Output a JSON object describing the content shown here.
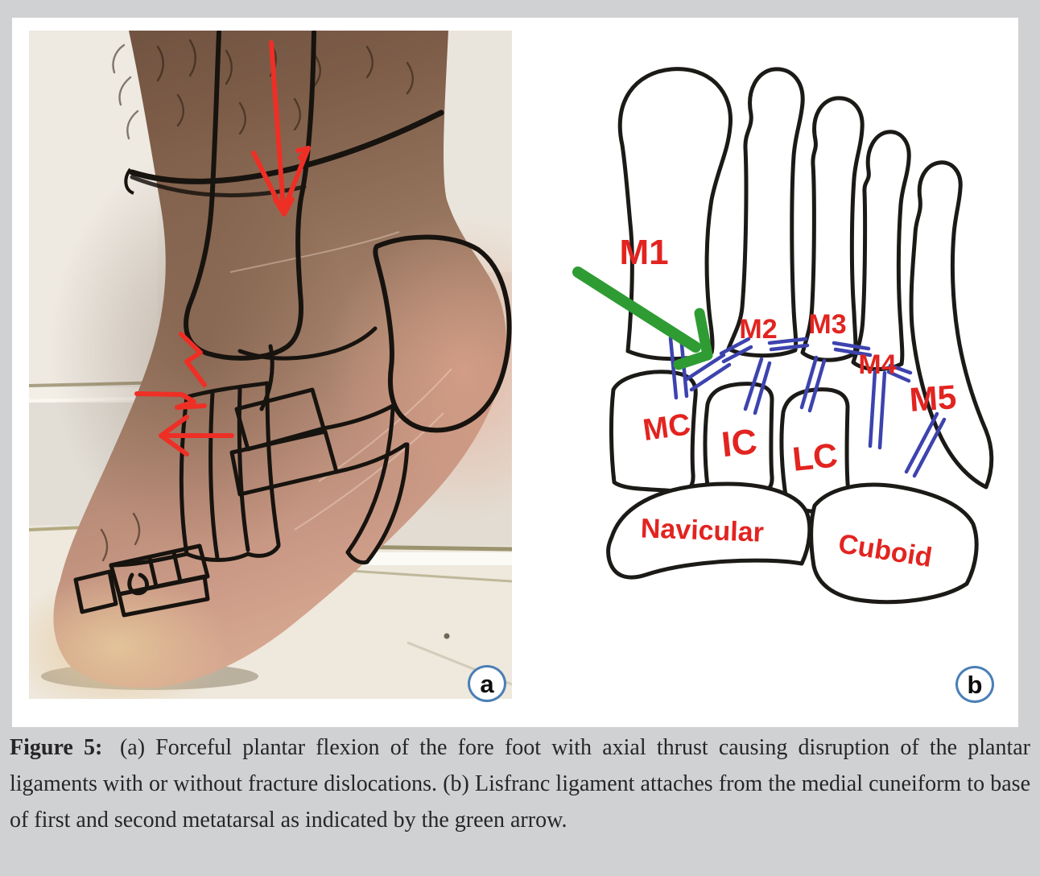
{
  "panels": {
    "a": {
      "badge": "a"
    },
    "b": {
      "badge": "b",
      "labels": {
        "m1": "M1",
        "m2": "M2",
        "m3": "M3",
        "m4": "M4",
        "m5": "M5",
        "mc": "MC",
        "ic": "IC",
        "lc": "LC",
        "navicular": "Navicular",
        "cuboid": "Cuboid"
      }
    }
  },
  "caption": {
    "label": "Figure 5:",
    "body": "(a) Forceful plantar flexion of the fore foot with axial thrust causing disruption of the plantar ligaments with or without fracture dislocations. (b) Lisfranc ligament attaches from the medial cuneiform to base of first and second metatarsal as indicated by the green arrow."
  },
  "colors": {
    "page_background": "#d0d1d3",
    "panel_background": "#ffffff",
    "bone_label_red": "#e22420",
    "ligament_blue": "#3d43ae",
    "lisfranc_arrow_green": "#2f9c33",
    "force_arrow_red": "#ee2f26",
    "bone_outline_black": "#1c1a17",
    "badge_ring_blue": "#4a7fb5",
    "caption_text": "#262626"
  }
}
